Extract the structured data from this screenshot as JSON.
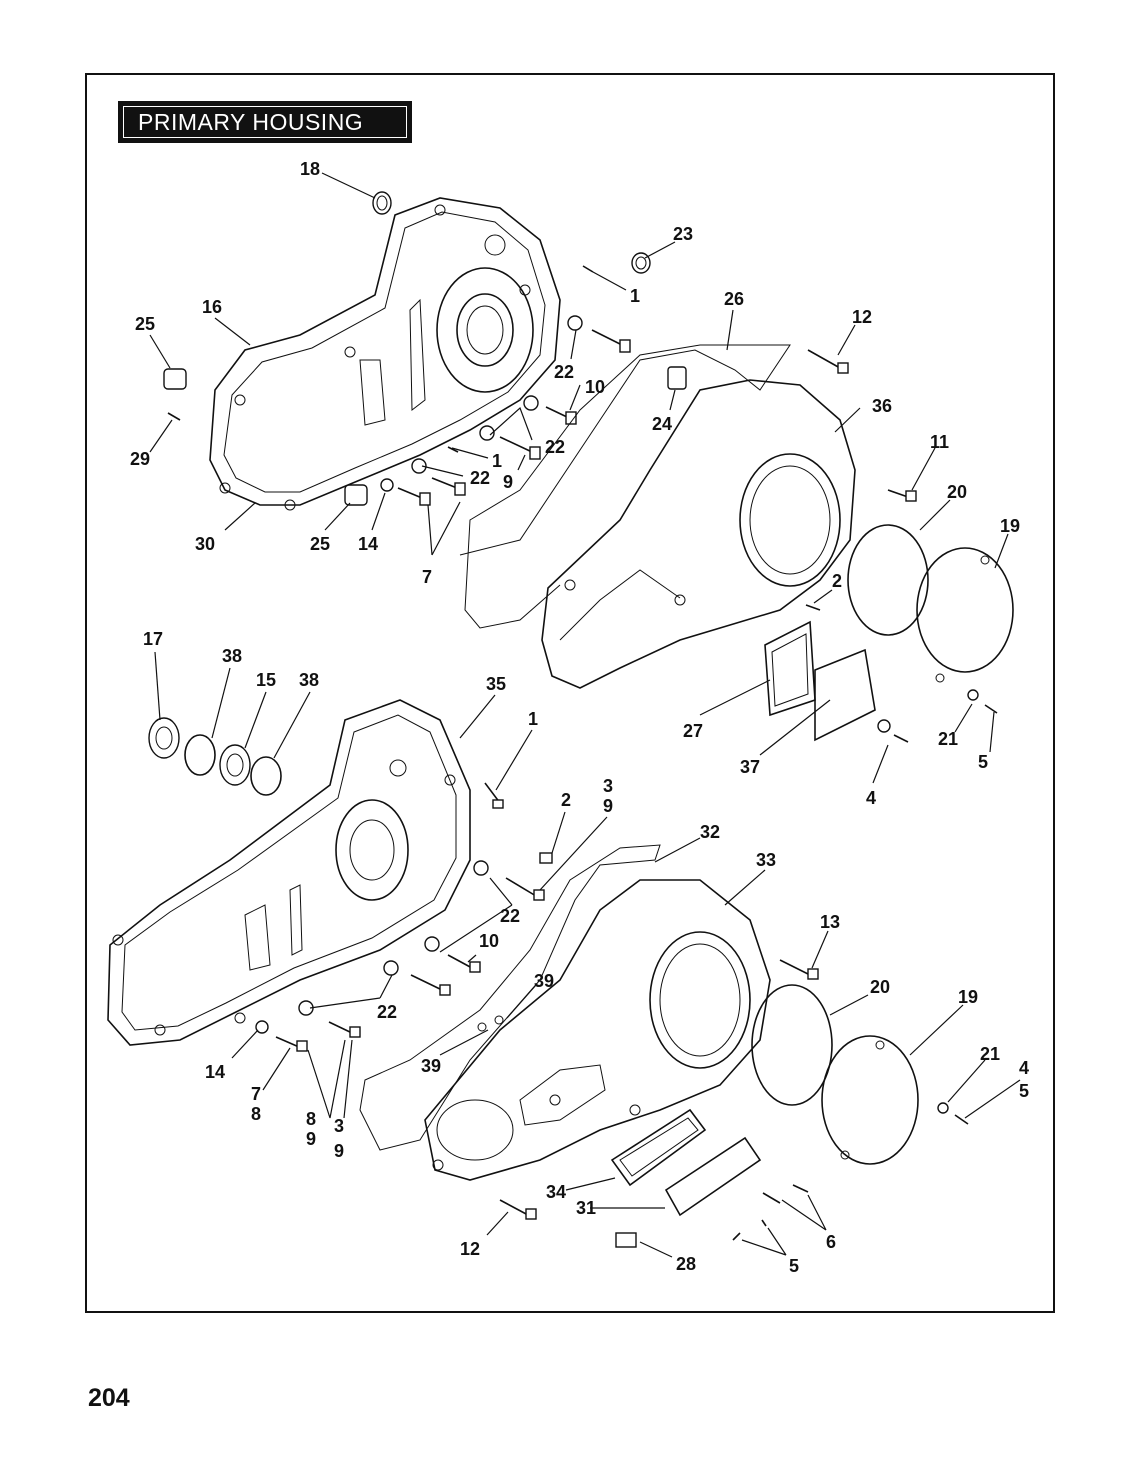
{
  "title": "PRIMARY HOUSING",
  "page_number": "204",
  "callouts": [
    {
      "id": "c18",
      "text": "18"
    },
    {
      "id": "c23",
      "text": "23"
    },
    {
      "id": "c1a",
      "text": "1"
    },
    {
      "id": "c26",
      "text": "26"
    },
    {
      "id": "c12a",
      "text": "12"
    },
    {
      "id": "c16",
      "text": "16"
    },
    {
      "id": "c25a",
      "text": "25"
    },
    {
      "id": "c22a",
      "text": "22"
    },
    {
      "id": "c10a",
      "text": "10"
    },
    {
      "id": "c24",
      "text": "24"
    },
    {
      "id": "c36",
      "text": "36"
    },
    {
      "id": "c22b",
      "text": "22"
    },
    {
      "id": "c1b",
      "text": "1"
    },
    {
      "id": "c29",
      "text": "29"
    },
    {
      "id": "c22c",
      "text": "22"
    },
    {
      "id": "c9a",
      "text": "9"
    },
    {
      "id": "c11",
      "text": "11"
    },
    {
      "id": "c20a",
      "text": "20"
    },
    {
      "id": "c19a",
      "text": "19"
    },
    {
      "id": "c30",
      "text": "30"
    },
    {
      "id": "c25b",
      "text": "25"
    },
    {
      "id": "c14a",
      "text": "14"
    },
    {
      "id": "c7a",
      "text": "7"
    },
    {
      "id": "c2a",
      "text": "2"
    },
    {
      "id": "c17",
      "text": "17"
    },
    {
      "id": "c38a",
      "text": "38"
    },
    {
      "id": "c15",
      "text": "15"
    },
    {
      "id": "c38b",
      "text": "38"
    },
    {
      "id": "c35",
      "text": "35"
    },
    {
      "id": "c1c",
      "text": "1"
    },
    {
      "id": "c27",
      "text": "27"
    },
    {
      "id": "c21a",
      "text": "21"
    },
    {
      "id": "c5a",
      "text": "5"
    },
    {
      "id": "c37",
      "text": "37"
    },
    {
      "id": "c4a",
      "text": "4"
    },
    {
      "id": "c3a",
      "text": "3"
    },
    {
      "id": "c2b",
      "text": "2"
    },
    {
      "id": "c9b",
      "text": "9"
    },
    {
      "id": "c32",
      "text": "32"
    },
    {
      "id": "c33",
      "text": "33"
    },
    {
      "id": "c22d",
      "text": "22"
    },
    {
      "id": "c13",
      "text": "13"
    },
    {
      "id": "c10b",
      "text": "10"
    },
    {
      "id": "c39a",
      "text": "39"
    },
    {
      "id": "c20b",
      "text": "20"
    },
    {
      "id": "c19b",
      "text": "19"
    },
    {
      "id": "c22e",
      "text": "22"
    },
    {
      "id": "c21b",
      "text": "21"
    },
    {
      "id": "c4b",
      "text": "4"
    },
    {
      "id": "c5b",
      "text": "5"
    },
    {
      "id": "c14b",
      "text": "14"
    },
    {
      "id": "c39b",
      "text": "39"
    },
    {
      "id": "c7b",
      "text": "7"
    },
    {
      "id": "c8a",
      "text": "8"
    },
    {
      "id": "c8b",
      "text": "8"
    },
    {
      "id": "c9c",
      "text": "9"
    },
    {
      "id": "c3b",
      "text": "3"
    },
    {
      "id": "c9d",
      "text": "9"
    },
    {
      "id": "c34",
      "text": "34"
    },
    {
      "id": "c31",
      "text": "31"
    },
    {
      "id": "c6",
      "text": "6"
    },
    {
      "id": "c12b",
      "text": "12"
    },
    {
      "id": "c28",
      "text": "28"
    },
    {
      "id": "c5c",
      "text": "5"
    }
  ]
}
